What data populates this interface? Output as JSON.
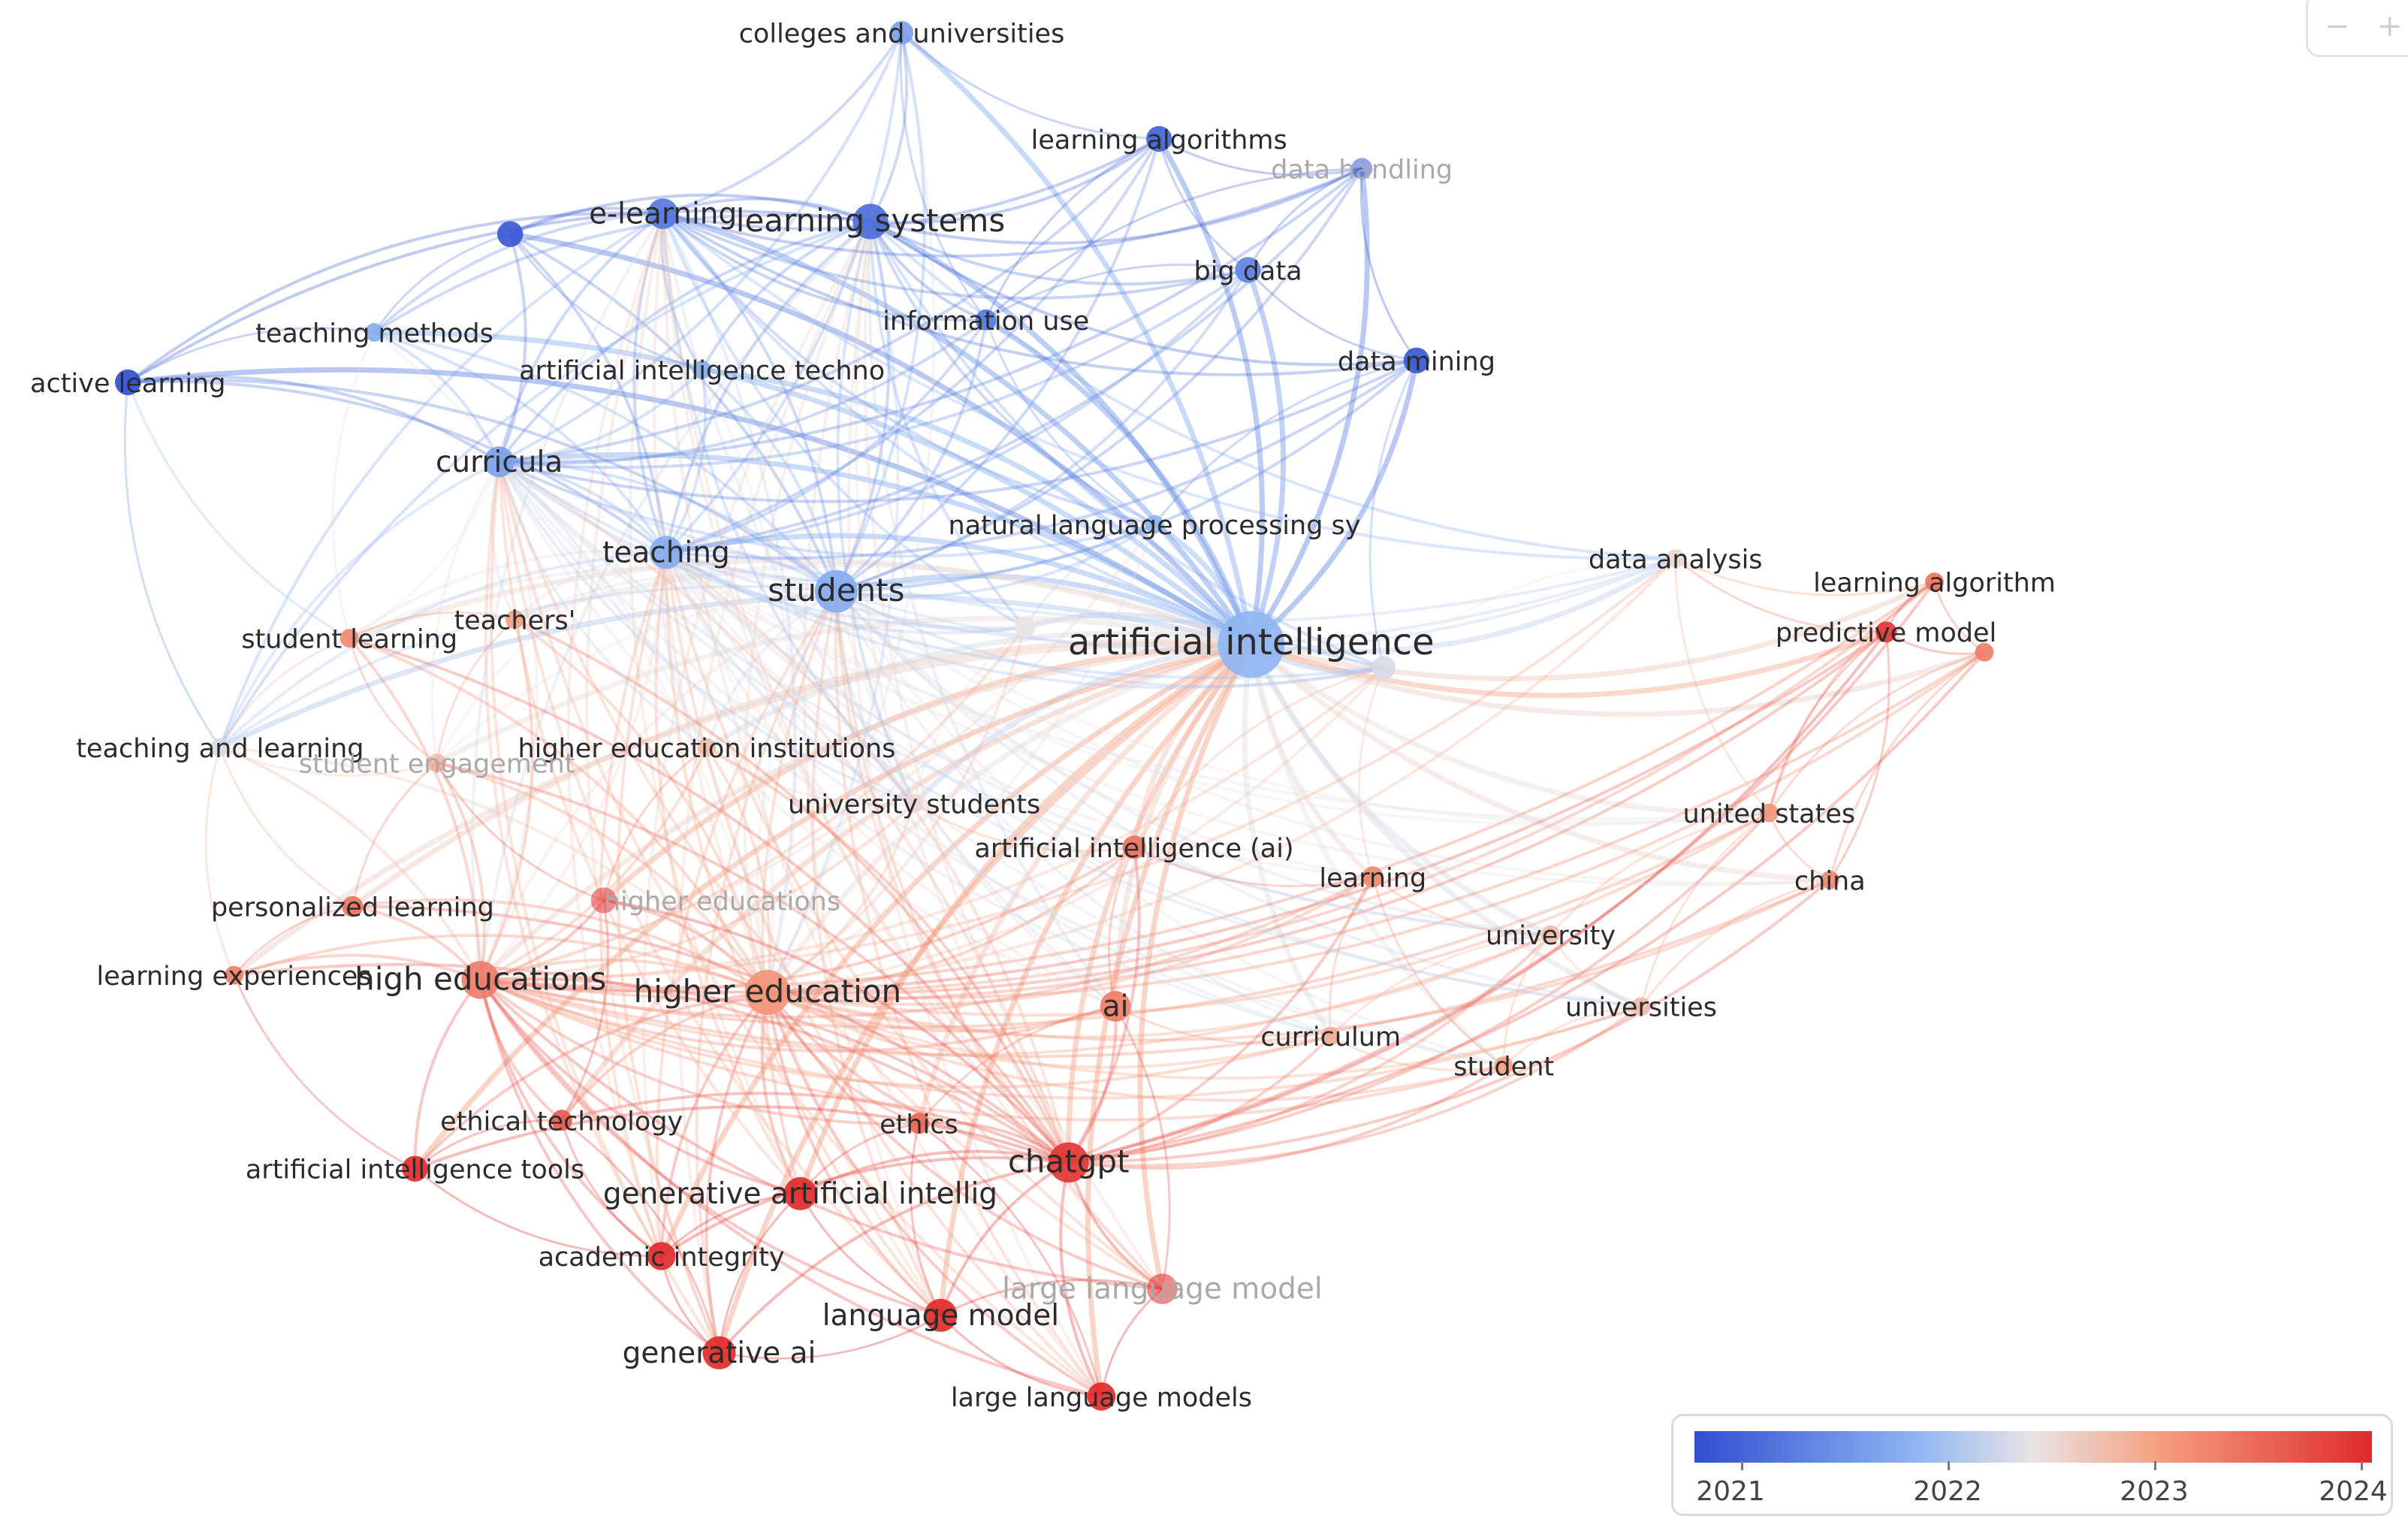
{
  "network": {
    "nodes": [
      {
        "id": "colleges",
        "label": "colleges and universities",
        "year": 2021.8,
        "weight": 6
      },
      {
        "id": "learning_algorithms",
        "label": "learning algorithms",
        "year": 2021.2,
        "weight": 7
      },
      {
        "id": "data_handling",
        "label": "data handling",
        "year": 2021.1,
        "weight": 5,
        "faint": true
      },
      {
        "id": "e_learning",
        "label": "e-learning",
        "year": 2021.4,
        "weight": 9
      },
      {
        "id": "learning_systems",
        "label": "learning systems",
        "year": 2021.3,
        "weight": 11
      },
      {
        "id": "unlabeled_blue",
        "label": "",
        "year": 2021.1,
        "weight": 7
      },
      {
        "id": "big_data",
        "label": "big data",
        "year": 2021.5,
        "weight": 7
      },
      {
        "id": "teaching_methods",
        "label": "teaching methods",
        "year": 2021.9,
        "weight": 4
      },
      {
        "id": "information_use",
        "label": "information use",
        "year": 2021.4,
        "weight": 5
      },
      {
        "id": "active_learning",
        "label": "active learning",
        "year": 2021.0,
        "weight": 7
      },
      {
        "id": "ai_techno",
        "label": "artificial intelligence techno",
        "year": 2021.9,
        "weight": 4
      },
      {
        "id": "data_mining",
        "label": "data mining",
        "year": 2021.1,
        "weight": 7
      },
      {
        "id": "curricula",
        "label": "curricula",
        "year": 2021.8,
        "weight": 9
      },
      {
        "id": "nlp",
        "label": "natural language processing sy",
        "year": 2022.0,
        "weight": 4
      },
      {
        "id": "teaching",
        "label": "teaching",
        "year": 2021.9,
        "weight": 10
      },
      {
        "id": "students",
        "label": "students",
        "year": 2021.9,
        "weight": 14
      },
      {
        "id": "data_analysis",
        "label": "data analysis",
        "year": 2022.6,
        "weight": 4
      },
      {
        "id": "learning_algorithm",
        "label": "learning algorithm",
        "year": 2023.4,
        "weight": 4
      },
      {
        "id": "teachers",
        "label": "teachers'",
        "year": 2023.0,
        "weight": 4
      },
      {
        "id": "student_learning",
        "label": "student learning",
        "year": 2023.2,
        "weight": 4
      },
      {
        "id": "artificial_intelligence",
        "label": "artificial intelligence",
        "year": 2022.0,
        "weight": 24
      },
      {
        "id": "predictive_model",
        "label": "predictive model",
        "year": 2023.9,
        "weight": 5
      },
      {
        "id": "unlabeled_gray",
        "label": "",
        "year": 2022.4,
        "weight": 6
      },
      {
        "id": "unlabeled_peach",
        "label": "",
        "year": 2023.3,
        "weight": 4
      },
      {
        "id": "unlabeled_mid",
        "label": "",
        "year": 2022.5,
        "weight": 5
      },
      {
        "id": "teaching_learning",
        "label": "teaching and learning",
        "year": 2022.4,
        "weight": 4
      },
      {
        "id": "hei",
        "label": "higher education institutions",
        "year": 2022.8,
        "weight": 4
      },
      {
        "id": "student_engagement",
        "label": "student engagement",
        "year": 2023.1,
        "weight": 4,
        "faint": true
      },
      {
        "id": "university_students",
        "label": "university students",
        "year": 2022.6,
        "weight": 4
      },
      {
        "id": "united_states",
        "label": "united states",
        "year": 2023.1,
        "weight": 4
      },
      {
        "id": "ai_paren",
        "label": "artificial intelligence (ai)",
        "year": 2023.4,
        "weight": 6
      },
      {
        "id": "learning",
        "label": "learning",
        "year": 2023.2,
        "weight": 5
      },
      {
        "id": "china",
        "label": "china",
        "year": 2023.2,
        "weight": 4
      },
      {
        "id": "personalized_learning",
        "label": "personalized learning",
        "year": 2023.4,
        "weight": 5
      },
      {
        "id": "higher_educations",
        "label": "higher educations",
        "year": 2023.9,
        "weight": 7,
        "faint": true
      },
      {
        "id": "university",
        "label": "university",
        "year": 2022.8,
        "weight": 4
      },
      {
        "id": "learning_experiences",
        "label": "learning experiences",
        "year": 2023.3,
        "weight": 4
      },
      {
        "id": "high_educations",
        "label": "high educations",
        "year": 2023.3,
        "weight": 12
      },
      {
        "id": "higher_education",
        "label": "higher education",
        "year": 2023.1,
        "weight": 15
      },
      {
        "id": "ai",
        "label": "ai",
        "year": 2023.3,
        "weight": 9
      },
      {
        "id": "universities",
        "label": "universities",
        "year": 2022.8,
        "weight": 4
      },
      {
        "id": "curriculum",
        "label": "curriculum",
        "year": 2022.9,
        "weight": 4
      },
      {
        "id": "student",
        "label": "student",
        "year": 2023.0,
        "weight": 4
      },
      {
        "id": "ethical_technology",
        "label": "ethical technology",
        "year": 2023.6,
        "weight": 5
      },
      {
        "id": "ethics",
        "label": "ethics",
        "year": 2023.5,
        "weight": 5
      },
      {
        "id": "ai_tools",
        "label": "artificial intelligence tools",
        "year": 2024.0,
        "weight": 7
      },
      {
        "id": "chatgpt",
        "label": "chatgpt",
        "year": 2023.9,
        "weight": 13
      },
      {
        "id": "generative_artificial",
        "label": "generative artificial intellig",
        "year": 2024.0,
        "weight": 10
      },
      {
        "id": "academic_integrity",
        "label": "academic integrity",
        "year": 2024.0,
        "weight": 8
      },
      {
        "id": "large_language_model",
        "label": "large language model",
        "year": 2024.0,
        "weight": 9,
        "faint": true
      },
      {
        "id": "language_model",
        "label": "language model",
        "year": 2024.0,
        "weight": 10
      },
      {
        "id": "generative_ai",
        "label": "generative ai",
        "year": 2024.0,
        "weight": 10
      },
      {
        "id": "large_language_models",
        "label": "large language models",
        "year": 2024.0,
        "weight": 8
      }
    ]
  },
  "legend": {
    "title": "",
    "ticks": [
      "2021",
      "2022",
      "2023",
      "2024"
    ],
    "range": [
      2021,
      2024
    ]
  },
  "zoom_controls": {
    "minus": "−",
    "plus": "+"
  },
  "colors": {
    "oldest": "#2f4fd0",
    "mid_early": "#8fb6f2",
    "middle": "#e8e4e4",
    "mid_late": "#f5a183",
    "newest": "#df2b2b"
  }
}
